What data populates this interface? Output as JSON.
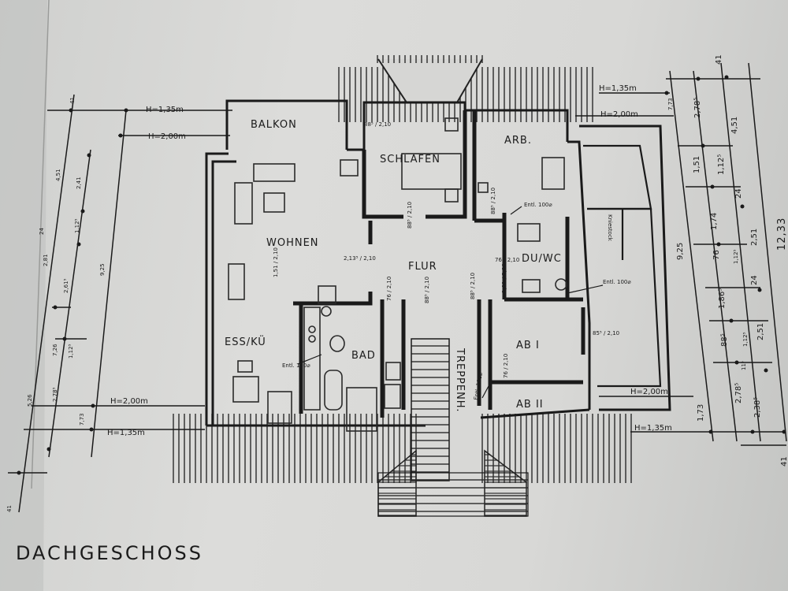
{
  "drawing": {
    "title": "DACHGESCHOSS",
    "rooms": {
      "balkon": "BALKON",
      "schlafen": "SCHLAFEN",
      "arb": "ARB.",
      "wohnen": "WOHNEN",
      "flur": "FLUR",
      "du_wc": "DU/WC",
      "ess_kue": "ESS/KÜ",
      "bad": "BAD",
      "ab1": "AB I",
      "ab2": "AB II",
      "treppenhaus": "TREPPENH.",
      "kniestock": "Kniestock"
    },
    "heights": {
      "h135": "H=1,35m",
      "h200": "H=2,00m"
    },
    "openings": {
      "wohnen_window": "1,51 / 2,10",
      "wohnen_door": "2,13⁵ / 2,10",
      "schlafen_window": "88⁵ / 2,10",
      "schlafen_door": "88⁵ / 2,10",
      "arb_door": "88⁵ / 2,10",
      "duwc_door": "76 / 2,10",
      "flur_door_1": "76 / 2,10",
      "flur_door_2": "88⁵ / 2,10",
      "flur_door_3": "88⁵ / 2,10",
      "trep_door": "1,01 / 2,10",
      "ab1_door": "85⁵ / 2,10",
      "ab1_door_2": "76 / 2,10"
    },
    "notes": {
      "entl1": "Entl. 100⌀",
      "entl2": "Entl. 100⌀",
      "entl3": "Entl. 100⌀",
      "entl4": "Entl. 100⌀"
    },
    "dims_left": [
      "41",
      "4,51",
      "2,41",
      "1,12⁵",
      "2,61⁵",
      "9,25",
      "2,81",
      "24",
      "1,12⁵",
      "2,78⁵",
      "7,26",
      "5,26",
      "7,73",
      "41"
    ],
    "dims_right": [
      "41",
      "7,73",
      "2,78⁵",
      "4,51",
      "1,51",
      "1,12⁵",
      "24",
      "1,74",
      "2,51",
      "76",
      "1,12⁵",
      "9,25",
      "1,86⁵",
      "24",
      "88⁵",
      "1,12⁵",
      "2,51",
      "11⁵",
      "2,78⁵",
      "2,38⁵",
      "1,73",
      "12,33",
      "41"
    ]
  }
}
